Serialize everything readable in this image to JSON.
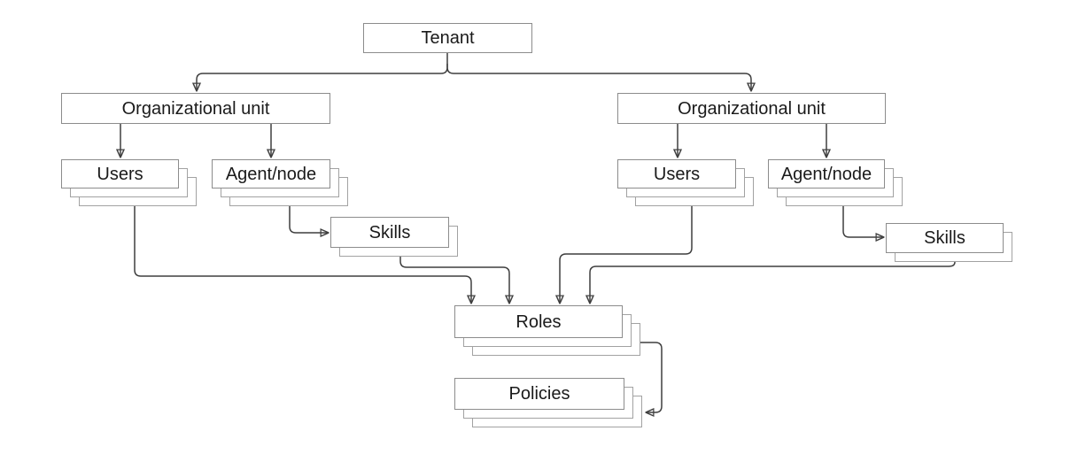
{
  "diagram": {
    "type": "hierarchy",
    "nodes": {
      "tenant": {
        "label": "Tenant"
      },
      "org_unit_left": {
        "label": "Organizational unit"
      },
      "org_unit_right": {
        "label": "Organizational unit"
      },
      "users_left": {
        "label": "Users"
      },
      "agent_node_left": {
        "label": "Agent/node"
      },
      "skills_left": {
        "label": "Skills"
      },
      "users_right": {
        "label": "Users"
      },
      "agent_node_right": {
        "label": "Agent/node"
      },
      "skills_right": {
        "label": "Skills"
      },
      "roles": {
        "label": "Roles"
      },
      "policies": {
        "label": "Policies"
      }
    },
    "edges": [
      {
        "from": "Tenant",
        "to": "Organizational unit (left)"
      },
      {
        "from": "Tenant",
        "to": "Organizational unit (right)"
      },
      {
        "from": "Organizational unit (left)",
        "to": "Users (left)"
      },
      {
        "from": "Organizational unit (left)",
        "to": "Agent/node (left)"
      },
      {
        "from": "Agent/node (left)",
        "to": "Skills (left)"
      },
      {
        "from": "Organizational unit (right)",
        "to": "Users (right)"
      },
      {
        "from": "Organizational unit (right)",
        "to": "Agent/node (right)"
      },
      {
        "from": "Agent/node (right)",
        "to": "Skills (right)"
      },
      {
        "from": "Users (left)",
        "to": "Roles"
      },
      {
        "from": "Skills (left)",
        "to": "Roles"
      },
      {
        "from": "Users (right)",
        "to": "Roles"
      },
      {
        "from": "Skills (right)",
        "to": "Roles"
      },
      {
        "from": "Roles",
        "to": "Policies"
      }
    ],
    "stacked_nodes": [
      "Users",
      "Agent/node",
      "Skills",
      "Roles",
      "Policies"
    ],
    "colors": {
      "background": "#ffffff",
      "box_border": "#8c8c8c",
      "shadow_border": "#a2a2a2",
      "connector": "#3f3f3f",
      "text": "#1a1a1a"
    }
  }
}
